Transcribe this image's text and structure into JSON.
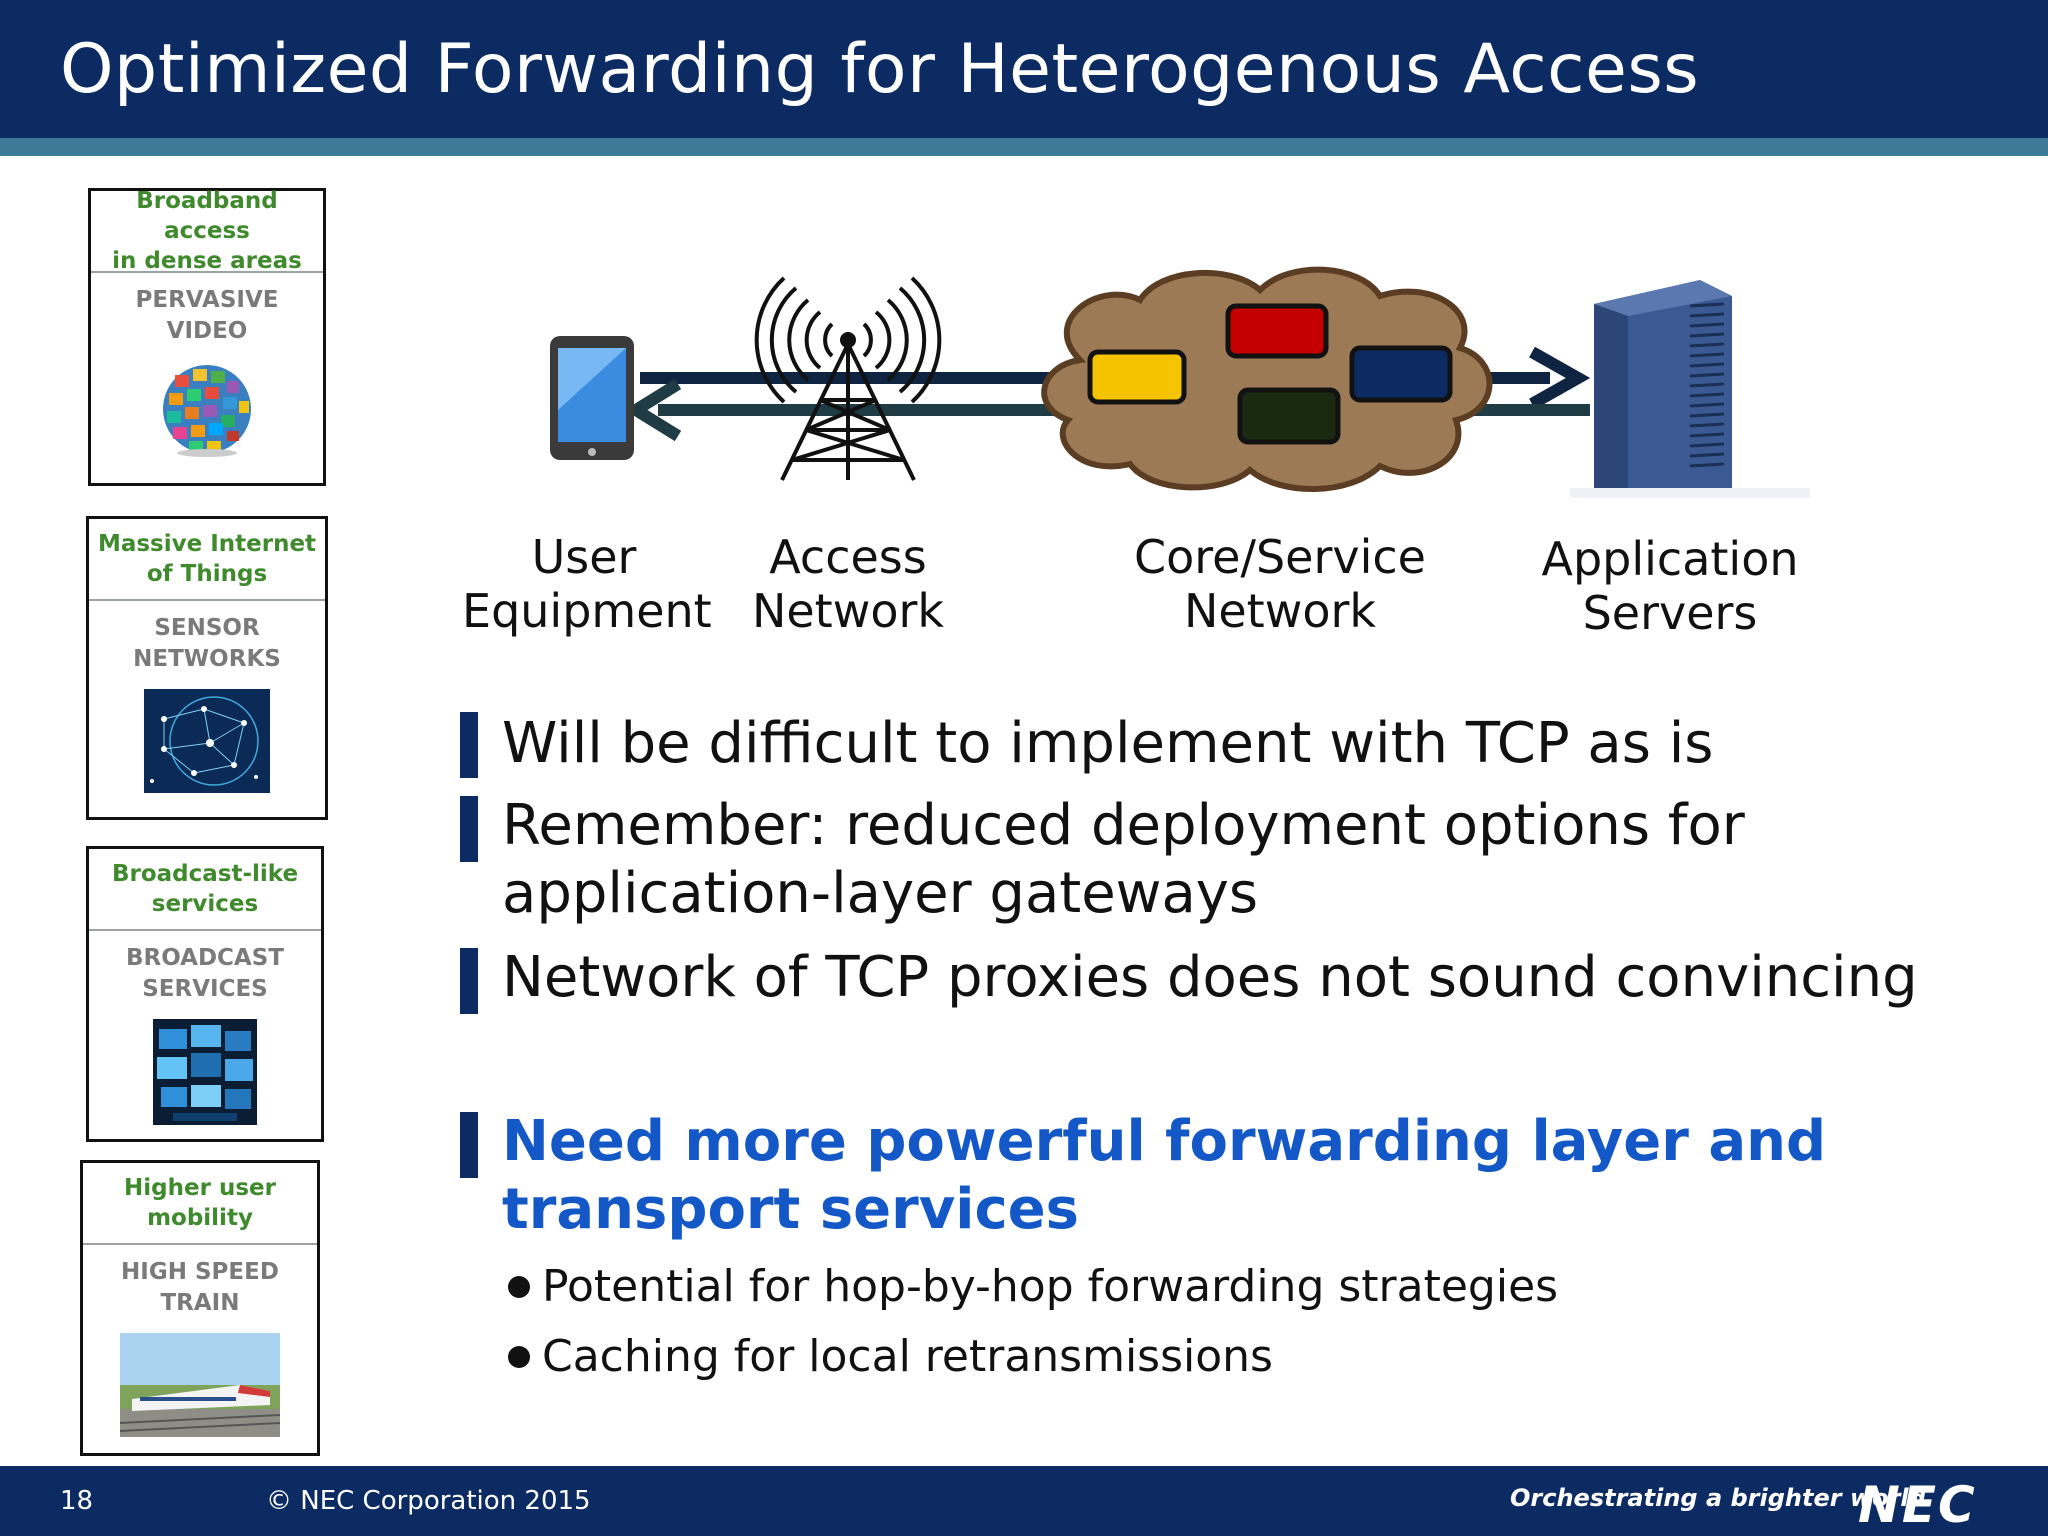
{
  "slide": {
    "title": "Optimized Forwarding for Heterogenous Access",
    "page_number": "18",
    "copyright": "© NEC Corporation 2015",
    "tagline": "Orchestrating a brighter world",
    "logo_text": "NEC"
  },
  "cards": [
    {
      "top": [
        "Broadband access",
        "in dense areas"
      ],
      "sub": [
        "PERVASIVE",
        "VIDEO"
      ],
      "picture": "globe-icon"
    },
    {
      "top": [
        "Massive Internet",
        "of Things"
      ],
      "sub": [
        "SENSOR",
        "NETWORKS"
      ],
      "picture": "network-icon"
    },
    {
      "top": [
        "Broadcast-like",
        "services"
      ],
      "sub": [
        "BROADCAST",
        "SERVICES"
      ],
      "picture": "screens-icon"
    },
    {
      "top": [
        "Higher user",
        "mobility"
      ],
      "sub": [
        "HIGH SPEED",
        "TRAIN"
      ],
      "picture": "train-icon"
    }
  ],
  "diagram": {
    "labels": [
      [
        "User",
        "Equipment"
      ],
      [
        "Access",
        "Network"
      ],
      [
        "Core/Service",
        "Network"
      ],
      [
        "Application",
        "Servers"
      ]
    ],
    "icons": [
      "phone-icon",
      "antenna-tower-icon",
      "cloud-icon",
      "server-icon"
    ]
  },
  "bullets": [
    {
      "lines": [
        "Will be difficult to implement with TCP as is"
      ]
    },
    {
      "lines": [
        "Remember: reduced deployment options for",
        "application-layer gateways"
      ]
    },
    {
      "lines": [
        "Network of TCP proxies does not sound convincing"
      ]
    }
  ],
  "highlight": {
    "lines": [
      "Need more powerful forwarding layer and",
      "transport services"
    ],
    "sub_bullets": [
      "Potential for hop-by-hop forwarding strategies",
      "Caching for local retransmissions"
    ]
  },
  "colors": {
    "header": "#0d2b63",
    "header_rule": "#3d7a97",
    "highlight_text": "#1458c8",
    "card_heading": "#3e8a2c",
    "card_sub": "#7a7a7a"
  }
}
